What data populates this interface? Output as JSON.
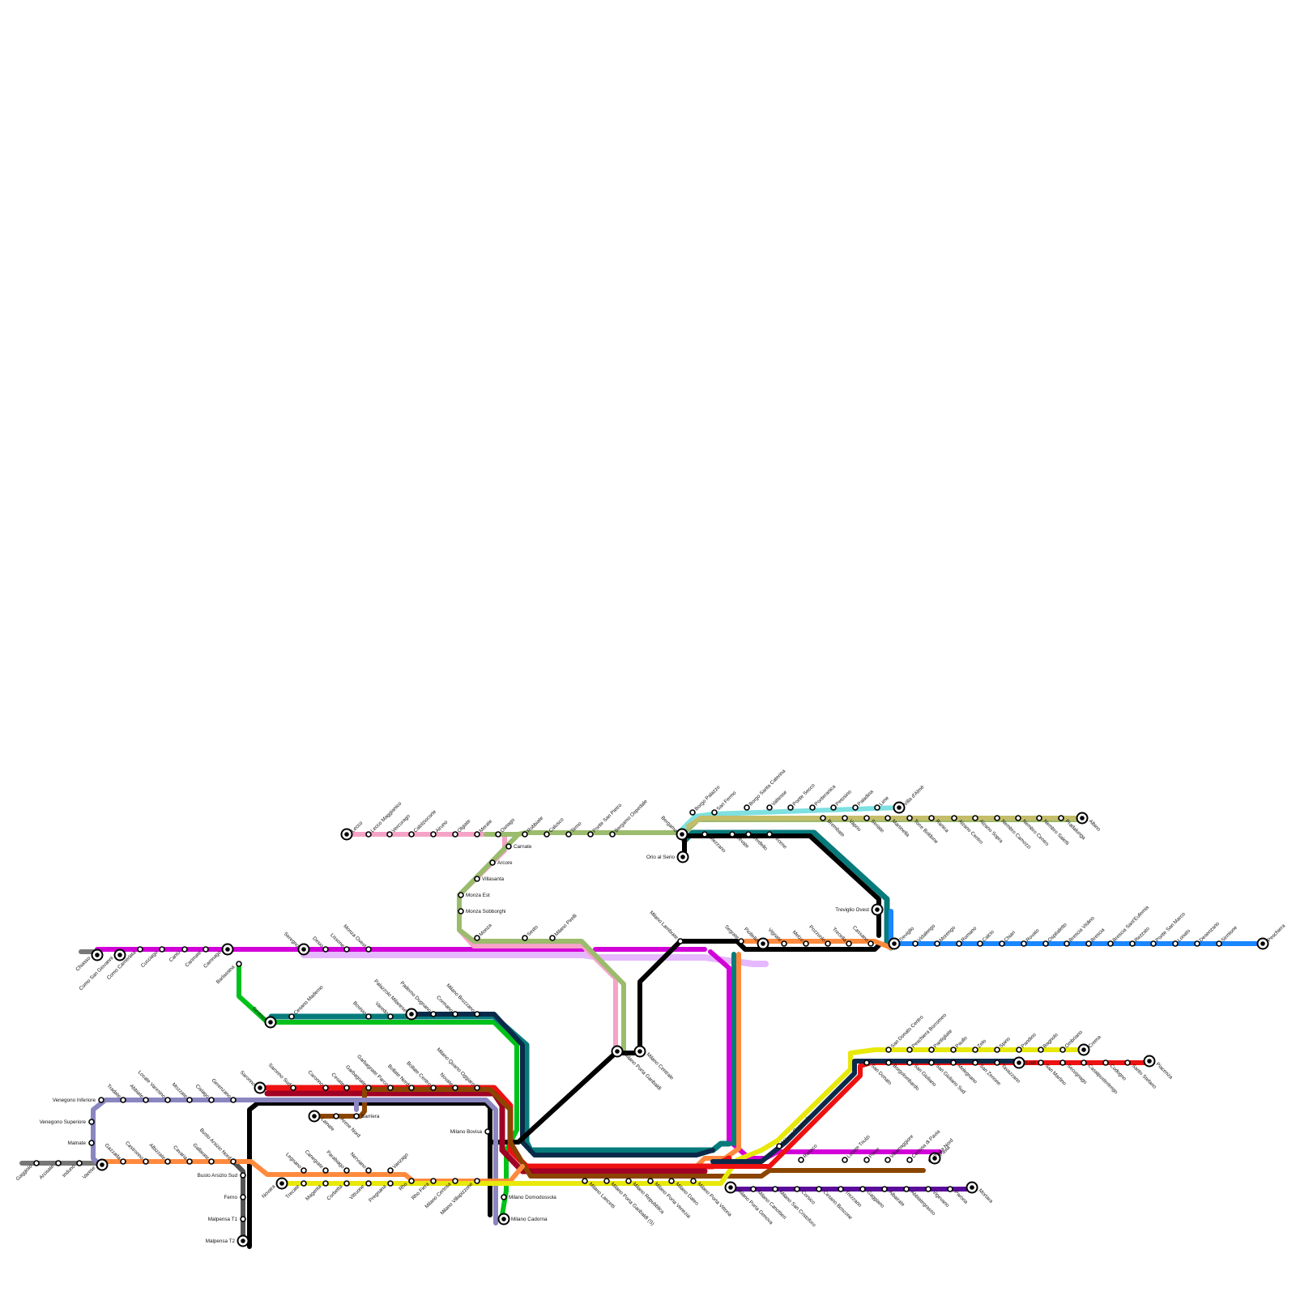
{
  "map": {
    "lines": [
      {
        "id": "gray-west",
        "color": "#777777"
      },
      {
        "id": "gray-malpensa",
        "color": "#555555"
      },
      {
        "id": "s11",
        "color": "#d200d8"
      },
      {
        "id": "s9-lilac",
        "color": "#e6b8ff"
      },
      {
        "id": "s7-pink",
        "color": "#f5a3c7"
      },
      {
        "id": "s8-olive",
        "color": "#9bbb6d"
      },
      {
        "id": "cyan",
        "color": "#7fe0e0"
      },
      {
        "id": "khaki",
        "color": "#c4bd6a"
      },
      {
        "id": "teal",
        "color": "#077b7b"
      },
      {
        "id": "green",
        "color": "#00c21a"
      },
      {
        "id": "black",
        "color": "#000000"
      },
      {
        "id": "navy",
        "color": "#0b2a4a"
      },
      {
        "id": "red",
        "color": "#ee1111"
      },
      {
        "id": "darkred",
        "color": "#a00024"
      },
      {
        "id": "brown",
        "color": "#8b4500"
      },
      {
        "id": "periwinkle",
        "color": "#8a86c0"
      },
      {
        "id": "orange",
        "color": "#ff8a3d"
      },
      {
        "id": "yellow",
        "color": "#e8e80a"
      },
      {
        "id": "purple",
        "color": "#5a0c9a"
      },
      {
        "id": "blue",
        "color": "#1a86ff"
      }
    ],
    "stations": [
      "Chiasso",
      "Como San Giovanni",
      "Como Camerlata",
      "Cucciago",
      "Cantù",
      "Carimate",
      "Camnago",
      "Seregno",
      "Desio",
      "Lissone",
      "Monza Ovest",
      "Lecco",
      "Lecco Maggianico",
      "Vercurago",
      "Calolziocorte",
      "Airuno",
      "Olgiate",
      "Merate",
      "Osnago",
      "Robbiate",
      "Calusco",
      "Terno",
      "Ponte San Pietro",
      "Bergamo Ospedale",
      "Bergamo",
      "Carnate",
      "Arcore",
      "Villasanta",
      "Monza Est",
      "Monza Sobborghi",
      "Monza",
      "Sesto",
      "Milano Pirelli",
      "Borgo Palazzo",
      "San Fermo",
      "Borgo Santa Caterina",
      "Valtesse",
      "Ponte Secco",
      "Ponteranica",
      "Petosino",
      "Paladina",
      "Lime",
      "Villa d'Almè",
      "Albino",
      "Brembate",
      "Vaprio",
      "Alzano Centro",
      "Alzano Sopra",
      "Nembro Camozzi",
      "Nembro Centro",
      "Nembro Saletti",
      "Pradalunga",
      "Ranica",
      "Torre Boldone",
      "Martinella",
      "Seriate",
      "Orio al Serio",
      "Stezzano",
      "Levate",
      "Verdello",
      "Arcene",
      "Treviglio Ovest",
      "Treviglio",
      "Vidalengo",
      "Morengo",
      "Romano",
      "Calcio",
      "Chiari",
      "Rovato",
      "Ospitaletto",
      "Brescia Violino",
      "Brescia",
      "Brescia Sant'Eufemia",
      "Rezzato",
      "Ponte San Marco",
      "Lonato",
      "Desenzano",
      "Sirmione",
      "Peschiera",
      "Milano Lambrate",
      "Segrate",
      "Pioltello",
      "Vignate",
      "Melzo",
      "Pozzuolo",
      "Trecella",
      "Cassano",
      "Barlassina",
      "Seveso",
      "Cesano Maderno",
      "Bovisio",
      "Varedo",
      "Palazzolo Milanese",
      "Paderno Dugnano",
      "Cormano",
      "Milano Bruzzano",
      "Milano Porta Garibaldi",
      "Milano Centrale",
      "Saronno",
      "Saronno Sud",
      "Caronno",
      "Cesate",
      "Garbagnate",
      "Garbagnate Parco",
      "Bollate Nord",
      "Bollate Centro",
      "Novate",
      "Milano Quarto Oggiaro",
      "Milano Bovisa",
      "Lainate",
      "Arese Nord",
      "Barriera",
      "Venegono Inferiore",
      "Venegono Superiore",
      "Malnate",
      "Varese",
      "Induno",
      "Arcisate",
      "Gaggiolo",
      "Tradate",
      "Abbiate",
      "Locate Varesino",
      "Mozzate",
      "Cislago",
      "Gerenzano",
      "Gazzada",
      "Castronno",
      "Albizzate",
      "Cavaria",
      "Gallarate",
      "Busto Arsizio Nord",
      "Busto Arsizio Sud",
      "Ferno",
      "Malpensa T1",
      "Malpensa T2",
      "Novara",
      "Trecate",
      "Magenta",
      "Corbetta",
      "Vittuone",
      "Pregnana",
      "Rho",
      "Rho Fiera",
      "Milano Certosa",
      "Milano Villapizzone",
      "Legnano",
      "Canegrate",
      "Parabiago",
      "Nerviano",
      "Vanzago",
      "Milano Domodossola",
      "Milano Cadorna",
      "Milano Lancetti",
      "Milano Porta Garibaldi (S)",
      "Milano Repubblica",
      "Milano Porta Venezia",
      "Milano Dateo",
      "Milano Porta Vittoria",
      "Milano Porta Genova",
      "Milano Canottieri",
      "Milano San Cristoforo",
      "Corsico",
      "Cesano Boscone",
      "Trezzano",
      "Gaggiano",
      "Albairate",
      "Abbiategrasso",
      "Vigevano",
      "Parona",
      "Mortara",
      "Milano Rogoredo",
      "Locate Triulzi",
      "Pieve",
      "Villamaggiore",
      "Certosa di Pavia",
      "Pavia Nord",
      "Pavia",
      "Rosaco",
      "San Donato Centro",
      "Peschiera Borromeo",
      "Pantigliate",
      "Paullo",
      "Zelo",
      "Spino",
      "Pandino",
      "Bagnolo",
      "Ombriano",
      "Crema",
      "San Donato",
      "Borgolombardo",
      "San Giuliano",
      "San Giuliano Sud",
      "Melegnano",
      "San Zenone",
      "Tavazzano",
      "Lodi",
      "San Martino",
      "Secugnago",
      "Casalpusterlengo",
      "Codogno",
      "Santo Stefano",
      "Piacenza"
    ]
  }
}
